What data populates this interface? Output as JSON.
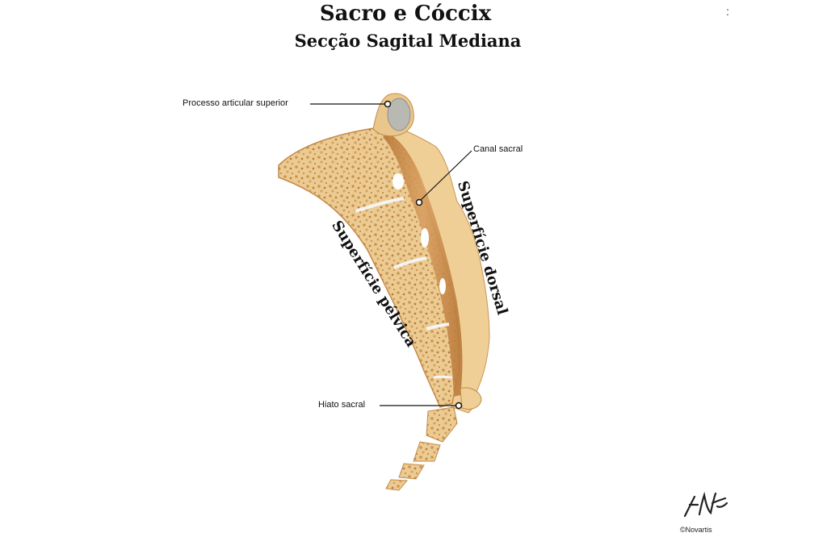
{
  "title": "Sacro e Cóccix",
  "subtitle": "Secção Sagital Mediana",
  "stray_mark": ":",
  "labels": {
    "superior_articular_process": "Processo articular superior",
    "sacral_canal": "Canal sacral",
    "sacral_hiatus": "Hiato sacral",
    "dorsal_surface": "Superfície dorsal",
    "pelvic_surface": "Superfície pélvica"
  },
  "signature": "F. Netter",
  "copyright": "©Novartis",
  "colors": {
    "bone_light": "#f2d7a4",
    "bone_mid": "#e7bd7d",
    "bone_dark": "#c98f4c",
    "canal": "#c48446",
    "cartilage": "#eef0ee",
    "articular_cartilage": "#b9b9b4"
  }
}
